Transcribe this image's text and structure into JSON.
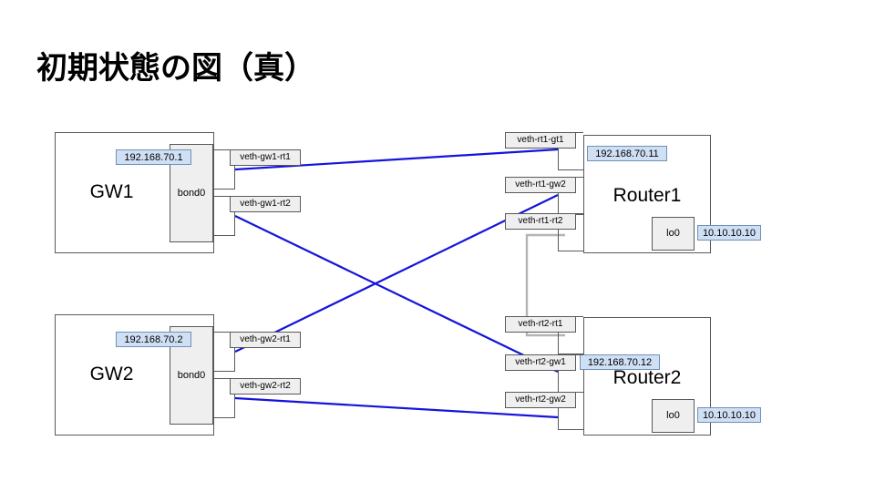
{
  "slide": {
    "title": "初期状態の図（真）",
    "background": "#ffffff"
  },
  "colors": {
    "box_border": "#595959",
    "sub_box_fill": "#efefef",
    "ip_chip_fill": "#cfdff4",
    "ip_chip_border": "#7090b8",
    "link_blue": "#1414dc",
    "link_gray": "#b4b4b4",
    "text": "#000000"
  },
  "nodes": [
    {
      "id": "gw1",
      "label": "GW1",
      "sub_label": "bond0",
      "ip": "192.168.70.1",
      "ports": [
        {
          "label": "veth-gw1-rt1"
        },
        {
          "label": "veth-gw1-rt2"
        }
      ]
    },
    {
      "id": "gw2",
      "label": "GW2",
      "sub_label": "bond0",
      "ip": "192.168.70.2",
      "ports": [
        {
          "label": "veth-gw2-rt1"
        },
        {
          "label": "veth-gw2-rt2"
        }
      ]
    },
    {
      "id": "router1",
      "label": "Router1",
      "sub_label": "lo0",
      "ip": "192.168.70.11",
      "loopback_ip": "10.10.10.10",
      "ports": [
        {
          "label": "veth-rt1-gt1"
        },
        {
          "label": "veth-rt1-gw2"
        },
        {
          "label": "veth-rt1-rt2"
        }
      ]
    },
    {
      "id": "router2",
      "label": "Router2",
      "sub_label": "lo0",
      "ip": "192.168.70.12",
      "loopback_ip": "10.10.10.10",
      "ports": [
        {
          "label": "veth-rt2-rt1"
        },
        {
          "label": "veth-rt2-gw1"
        },
        {
          "label": "veth-rt2-gw2"
        }
      ]
    }
  ],
  "links": [
    {
      "from": "veth-gw1-rt1",
      "to": "veth-rt1-gt1",
      "color": "blue"
    },
    {
      "from": "veth-gw1-rt2",
      "to": "veth-rt2-gw1",
      "color": "blue"
    },
    {
      "from": "veth-gw2-rt1",
      "to": "veth-rt1-gw2",
      "color": "blue"
    },
    {
      "from": "veth-gw2-rt2",
      "to": "veth-rt2-gw2",
      "color": "blue"
    },
    {
      "from": "veth-rt1-rt2",
      "to": "veth-rt2-rt1",
      "color": "gray"
    }
  ]
}
